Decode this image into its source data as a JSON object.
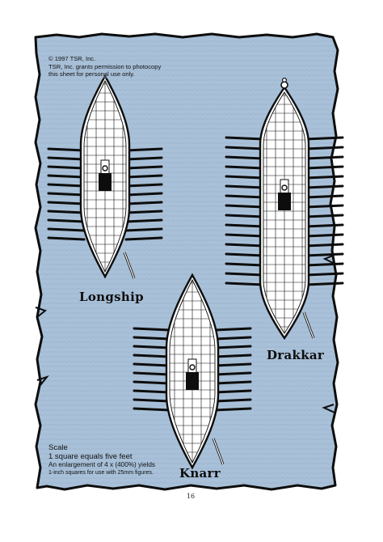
{
  "copyright": {
    "line1": "© 1997 TSR, Inc.",
    "line2": "TSR, Inc. grants permission to photocopy",
    "line3": "this sheet for personal use only."
  },
  "ships": [
    {
      "name": "Longship"
    },
    {
      "name": "Drakkar"
    },
    {
      "name": "Knarr"
    }
  ],
  "scale": {
    "title": "Scale",
    "line1": "1 square equals five feet",
    "line2": "An enlargement of  4 x (400%) yields",
    "line3": "1-inch squares for use with 25mm figures."
  },
  "page_number": "16",
  "colors": {
    "water": "#a6bed6",
    "ink": "#0d0d0d",
    "deck": "#ffffff"
  }
}
